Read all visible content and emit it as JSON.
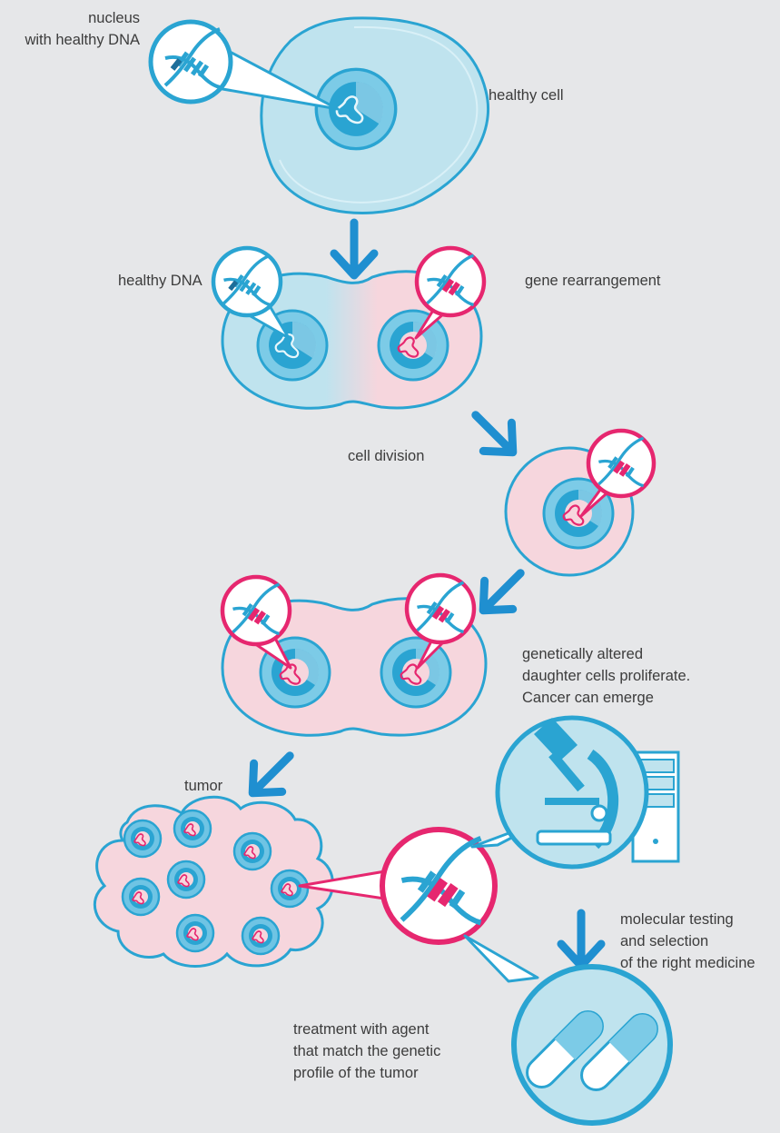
{
  "labels": {
    "nucleus_healthy_dna": [
      "nucleus",
      "with healthy DNA"
    ],
    "healthy_cell": "healthy cell",
    "healthy_dna": "healthy DNA",
    "gene_rearrangement": "gene rearrangement",
    "cell_division": "cell division",
    "daughter_cells": [
      "genetically altered",
      "daughter cells proliferate.",
      "Cancer can emerge"
    ],
    "tumor": "tumor",
    "molecular_testing": [
      "molecular testing",
      "and selection",
      "of the right medicine"
    ],
    "treatment": [
      "treatment with agent",
      "that match the genetic",
      "profile of the tumor"
    ]
  },
  "colors": {
    "background": "#e6e7e9",
    "healthy_fill": "#bfe3ee",
    "altered_fill": "#f6d6dd",
    "blue_stroke": "#2aa4d2",
    "arrow_blue": "#1f8fd0",
    "pink_stroke": "#e6276f",
    "text": "#3c3c3c"
  }
}
